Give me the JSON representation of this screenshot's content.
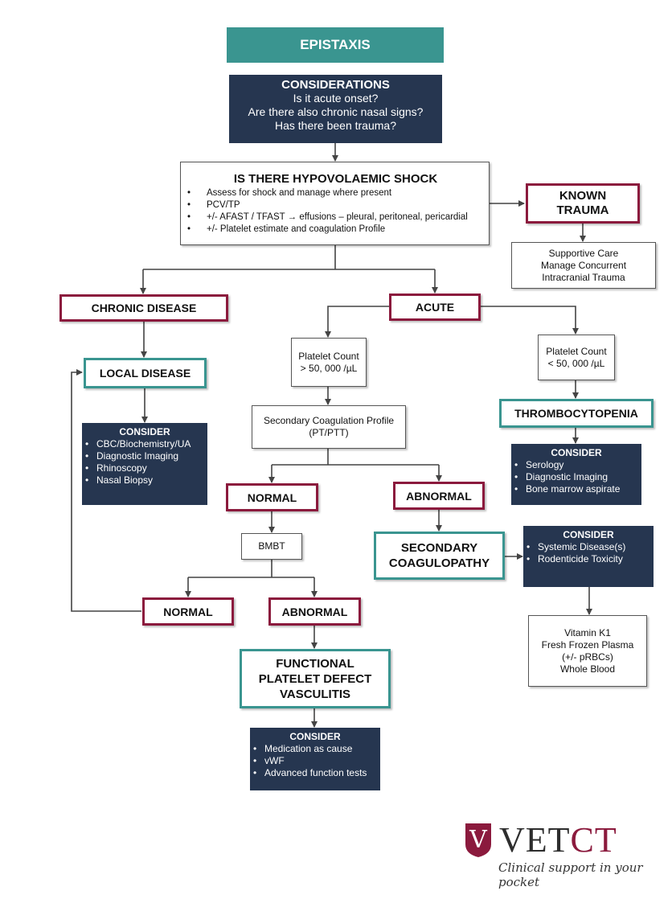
{
  "title": "EPISTAXIS",
  "considerations": {
    "heading": "CONSIDERATIONS",
    "lines": [
      "Is it acute onset?",
      "Are there also chronic nasal signs?",
      "Has there been trauma?"
    ]
  },
  "shock": {
    "heading": "IS THERE HYPOVOLAEMIC SHOCK",
    "items": [
      "Assess for shock and manage where present",
      "PCV/TP",
      "+/- AFAST / TFAST → effusions – pleural, peritoneal, pericardial",
      "+/- Platelet estimate and coagulation Profile"
    ]
  },
  "known_trauma": {
    "label": "KNOWN TRAUMA"
  },
  "supportive_care": {
    "lines": [
      "Supportive Care",
      "Manage Concurrent",
      "Intracranial Trauma"
    ]
  },
  "chronic_disease": {
    "label": "CHRONIC DISEASE"
  },
  "acute": {
    "label": "ACUTE"
  },
  "local_disease": {
    "label": "LOCAL DISEASE"
  },
  "local_consider": {
    "heading": "CONSIDER",
    "items": [
      "CBC/Biochemistry/UA",
      "Diagnostic Imaging",
      "Rhinoscopy",
      "Nasal Biopsy"
    ]
  },
  "platelet_high": {
    "lines": [
      "Platelet Count",
      "> 50, 000 /µL"
    ]
  },
  "platelet_low": {
    "lines": [
      "Platelet Count",
      "< 50, 000 /µL"
    ]
  },
  "thrombocytopenia": {
    "label": "THROMBOCYTOPENIA"
  },
  "thrombo_consider": {
    "heading": "CONSIDER",
    "items": [
      "Serology",
      "Diagnostic Imaging",
      "Bone marrow aspirate"
    ]
  },
  "coag_profile": {
    "lines": [
      "Secondary Coagulation Profile",
      "(PT/PTT)"
    ]
  },
  "normal_1": {
    "label": "NORMAL"
  },
  "abnormal_1": {
    "label": "ABNORMAL"
  },
  "bmbt": {
    "label": "BMBT"
  },
  "secondary_coag": {
    "lines": [
      "SECONDARY",
      "COAGULOPATHY"
    ]
  },
  "coag_consider": {
    "heading": "CONSIDER",
    "items": [
      "Systemic Disease(s)",
      "Rodenticide Toxicity"
    ]
  },
  "vitamin_box": {
    "lines": [
      "Vitamin K1",
      "Fresh Frozen Plasma",
      "(+/- pRBCs)",
      "Whole Blood"
    ]
  },
  "normal_2": {
    "label": "NORMAL"
  },
  "abnormal_2": {
    "label": "ABNORMAL"
  },
  "functional": {
    "lines": [
      "FUNCTIONAL",
      "PLATELET DEFECT",
      "VASCULITIS"
    ]
  },
  "functional_consider": {
    "heading": "CONSIDER",
    "items": [
      "Medication as cause",
      "vWF",
      "Advanced function tests"
    ]
  },
  "logo": {
    "mark": "V",
    "brand_a": "VET",
    "brand_b": "CT",
    "tagline": "Clinical support in your pocket"
  },
  "colors": {
    "teal": "#3a9590",
    "navy": "#263650",
    "maroon": "#8b1a3d"
  }
}
